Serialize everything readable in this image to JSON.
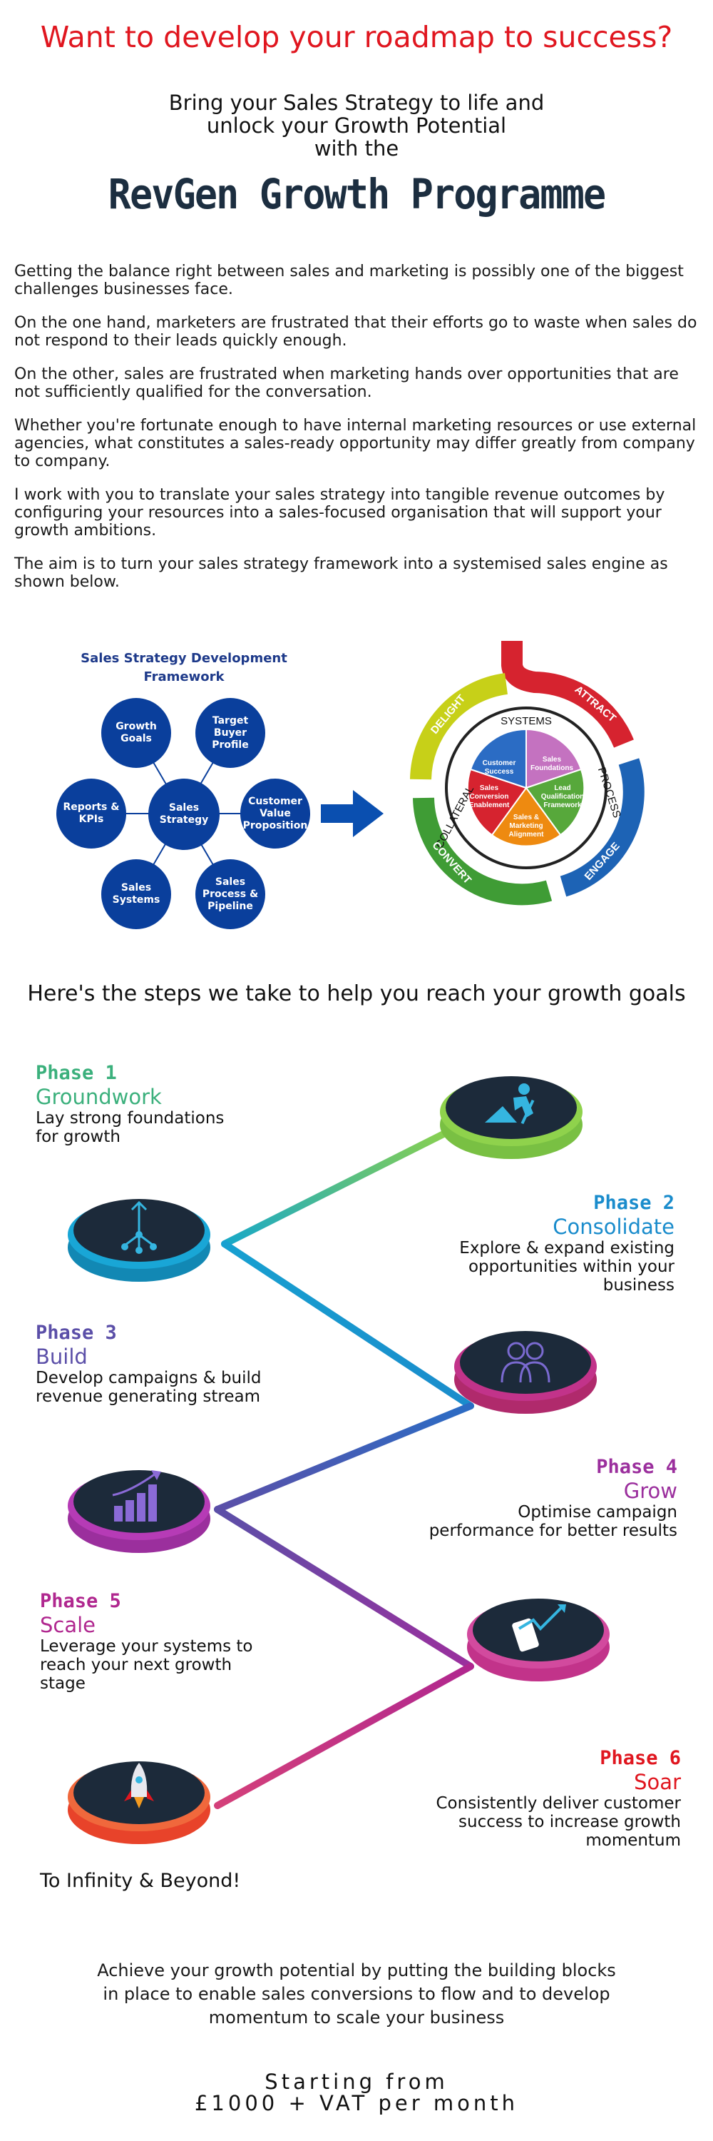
{
  "headline": "Want to develop your roadmap to success?",
  "subhead": [
    "Bring your Sales Strategy to life and",
    "unlock your Growth Potential",
    "with the"
  ],
  "programme_title": "RevGen Growth Programme",
  "intro": [
    "Getting the balance right between sales and marketing is possibly one of the biggest challenges businesses face.",
    "On the one hand, marketers are frustrated that their efforts go to waste when sales do not respond to their leads quickly enough.",
    "On the other, sales are frustrated when marketing hands over opportunities that are not sufficiently qualified for the conversation.",
    "Whether you're fortunate enough to have internal marketing resources or use external agencies, what constitutes a sales-ready opportunity may differ greatly from company to company.",
    "I work with you to translate your sales strategy into tangible revenue outcomes by configuring your resources into a sales-focused organisation that will support your growth ambitions.",
    "The aim is to turn your sales strategy framework into a systemised sales engine as shown below."
  ],
  "framework": {
    "title_lines": [
      "Sales Strategy Development",
      "Framework"
    ],
    "center": "Sales Strategy",
    "nodes": [
      "Growth Goals",
      "Target Buyer Profile",
      "Customer Value Proposition",
      "Sales Process & Pipeline",
      "Sales Systems",
      "Reports & KPIs"
    ]
  },
  "engine": {
    "arcs": [
      "ATTRACT",
      "ENGAGE",
      "CONVERT",
      "DELIGHT"
    ],
    "inner_labels": [
      "SYSTEMS",
      "PROCESS",
      "COLLATERAL"
    ],
    "segments": [
      {
        "label": "Sales Foundations",
        "color": "#c472c0"
      },
      {
        "label": "Lead Qualification Framework",
        "color": "#57a83b"
      },
      {
        "label": "Sales & Marketing Alignment",
        "color": "#ee8a10"
      },
      {
        "label": "Sales Conversion Enablement",
        "color": "#d6232f"
      },
      {
        "label": "Customer Success",
        "color": "#2b6cc4"
      }
    ]
  },
  "steps_heading": "Here's the steps we take to help you reach your growth goals",
  "phases": [
    {
      "phase": "Phase 1",
      "name": "Groundwork",
      "desc": [
        "Lay strong foundations",
        "for growth"
      ],
      "color": "#3bb07c",
      "name_color": "#3bb07c",
      "icon": "worker-icon"
    },
    {
      "phase": "Phase 2",
      "name": "Consolidate",
      "desc": [
        "Explore & expand existing",
        "opportunities within your",
        "business"
      ],
      "color": "#1a8ccc",
      "name_color": "#1a8ccc",
      "icon": "network-icon"
    },
    {
      "phase": "Phase 3",
      "name": "Build",
      "desc": [
        "Develop campaigns & build",
        "revenue generating stream"
      ],
      "color": "#5b4fa8",
      "name_color": "#5b4fa8",
      "icon": "people-icon"
    },
    {
      "phase": "Phase 4",
      "name": "Grow",
      "desc": [
        "Optimise campaign",
        "performance for better results"
      ],
      "color": "#9b2f9d",
      "name_color": "#9b2f9d",
      "icon": "growth-chart-icon"
    },
    {
      "phase": "Phase 5",
      "name": "Scale",
      "desc": [
        "Leverage your systems to",
        "reach your next growth",
        "stage"
      ],
      "color": "#b0278f",
      "name_color": "#b0278f",
      "icon": "trend-phone-icon"
    },
    {
      "phase": "Phase 6",
      "name": "Soar",
      "desc": [
        "Consistently deliver customer",
        "success to increase growth",
        "momentum"
      ],
      "color": "#e0161f",
      "name_color": "#e0161f",
      "icon": "rocket-icon"
    }
  ],
  "infinity": "To Infinity & Beyond!",
  "closing": [
    "Achieve your growth potential by putting the building blocks",
    "in place to enable sales conversions to flow and to develop",
    "momentum to scale your business"
  ],
  "price": [
    "Starting from",
    "£1000 + VAT per month"
  ]
}
